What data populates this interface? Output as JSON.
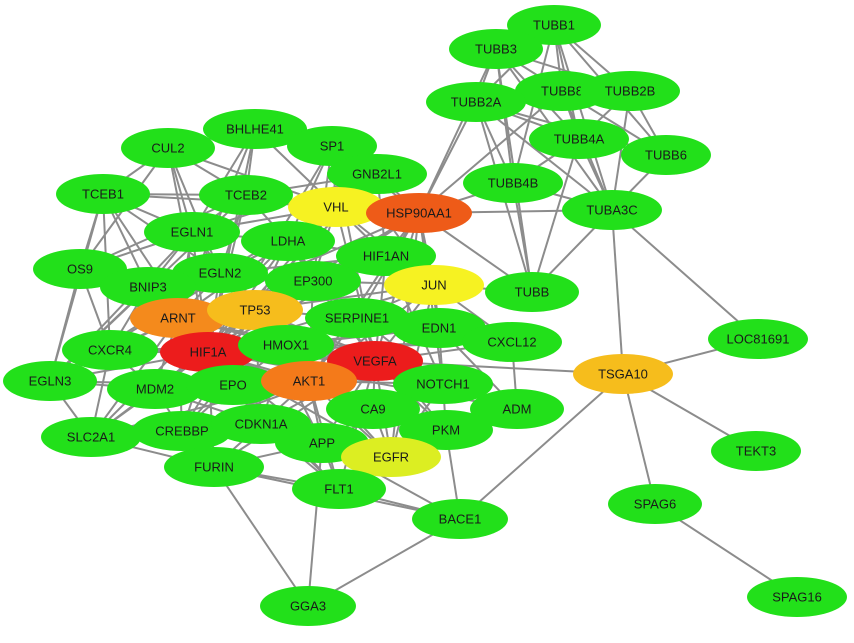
{
  "colors": {
    "background": "#ffffff",
    "edge": "#8c8c8c",
    "degree_low": "#22e01a",
    "degree_mid_yellow": "#f6f222",
    "degree_mid_amber": "#f6bd1c",
    "degree_high_orange": "#f48a1c",
    "degree_higher": "#ee5b18",
    "degree_max": "#ec1c1c"
  },
  "nodes": [
    {
      "id": "TUBB1",
      "label": "TUBB1",
      "color": "#22e01a"
    },
    {
      "id": "TUBB3",
      "label": "TUBB3",
      "color": "#22e01a"
    },
    {
      "id": "TUBB8",
      "label": "TUBB8",
      "color": "#22e01a"
    },
    {
      "id": "TUBB2B",
      "label": "TUBB2B",
      "color": "#22e01a"
    },
    {
      "id": "TUBB2A",
      "label": "TUBB2A",
      "color": "#22e01a"
    },
    {
      "id": "TUBB4A",
      "label": "TUBB4A",
      "color": "#22e01a"
    },
    {
      "id": "TUBB6",
      "label": "TUBB6",
      "color": "#22e01a"
    },
    {
      "id": "TUBB4B",
      "label": "TUBB4B",
      "color": "#22e01a"
    },
    {
      "id": "TUBA3C",
      "label": "TUBA3C",
      "color": "#22e01a"
    },
    {
      "id": "BHLHE41",
      "label": "BHLHE41",
      "color": "#22e01a"
    },
    {
      "id": "CUL2",
      "label": "CUL2",
      "color": "#22e01a"
    },
    {
      "id": "SP1",
      "label": "SP1",
      "color": "#22e01a"
    },
    {
      "id": "GNB2L1",
      "label": "GNB2L1",
      "color": "#22e01a"
    },
    {
      "id": "TCEB1",
      "label": "TCEB1",
      "color": "#22e01a"
    },
    {
      "id": "TCEB2",
      "label": "TCEB2",
      "color": "#22e01a"
    },
    {
      "id": "VHL",
      "label": "VHL",
      "color": "#f6f222"
    },
    {
      "id": "HSP90AA1",
      "label": "HSP90AA1",
      "color": "#ee5b18"
    },
    {
      "id": "EGLN1",
      "label": "EGLN1",
      "color": "#22e01a"
    },
    {
      "id": "LDHA",
      "label": "LDHA",
      "color": "#22e01a"
    },
    {
      "id": "HIF1AN",
      "label": "HIF1AN",
      "color": "#22e01a"
    },
    {
      "id": "OS9",
      "label": "OS9",
      "color": "#22e01a"
    },
    {
      "id": "EGLN2",
      "label": "EGLN2",
      "color": "#22e01a"
    },
    {
      "id": "EP300",
      "label": "EP300",
      "color": "#22e01a"
    },
    {
      "id": "JUN",
      "label": "JUN",
      "color": "#f6f222"
    },
    {
      "id": "BNIP3",
      "label": "BNIP3",
      "color": "#22e01a"
    },
    {
      "id": "TUBB",
      "label": "TUBB",
      "color": "#22e01a"
    },
    {
      "id": "ARNT",
      "label": "ARNT",
      "color": "#f48a1c"
    },
    {
      "id": "TP53",
      "label": "TP53",
      "color": "#f6bd1c"
    },
    {
      "id": "SERPINE1",
      "label": "SERPINE1",
      "color": "#22e01a"
    },
    {
      "id": "EDN1",
      "label": "EDN1",
      "color": "#22e01a"
    },
    {
      "id": "LOC81691",
      "label": "LOC81691",
      "color": "#22e01a"
    },
    {
      "id": "CXCR4",
      "label": "CXCR4",
      "color": "#22e01a"
    },
    {
      "id": "HIF1A",
      "label": "HIF1A",
      "color": "#ec1c1c"
    },
    {
      "id": "HMOX1",
      "label": "HMOX1",
      "color": "#22e01a"
    },
    {
      "id": "VEGFA",
      "label": "VEGFA",
      "color": "#ec1c1c"
    },
    {
      "id": "CXCL12",
      "label": "CXCL12",
      "color": "#22e01a"
    },
    {
      "id": "TSGA10",
      "label": "TSGA10",
      "color": "#f6bd1c"
    },
    {
      "id": "EGLN3",
      "label": "EGLN3",
      "color": "#22e01a"
    },
    {
      "id": "MDM2",
      "label": "MDM2",
      "color": "#22e01a"
    },
    {
      "id": "EPO",
      "label": "EPO",
      "color": "#22e01a"
    },
    {
      "id": "AKT1",
      "label": "AKT1",
      "color": "#f47a1a"
    },
    {
      "id": "NOTCH1",
      "label": "NOTCH1",
      "color": "#22e01a"
    },
    {
      "id": "ADM",
      "label": "ADM",
      "color": "#22e01a"
    },
    {
      "id": "CA9",
      "label": "CA9",
      "color": "#22e01a"
    },
    {
      "id": "SLC2A1",
      "label": "SLC2A1",
      "color": "#22e01a"
    },
    {
      "id": "CREBBP",
      "label": "CREBBP",
      "color": "#22e01a"
    },
    {
      "id": "CDKN1A",
      "label": "CDKN1A",
      "color": "#22e01a"
    },
    {
      "id": "PKM",
      "label": "PKM",
      "color": "#22e01a"
    },
    {
      "id": "APP",
      "label": "APP",
      "color": "#22e01a"
    },
    {
      "id": "EGFR",
      "label": "EGFR",
      "color": "#dcee22"
    },
    {
      "id": "TEKT3",
      "label": "TEKT3",
      "color": "#22e01a"
    },
    {
      "id": "FURIN",
      "label": "FURIN",
      "color": "#22e01a"
    },
    {
      "id": "FLT1",
      "label": "FLT1",
      "color": "#22e01a"
    },
    {
      "id": "SPAG6",
      "label": "SPAG6",
      "color": "#22e01a"
    },
    {
      "id": "BACE1",
      "label": "BACE1",
      "color": "#22e01a"
    },
    {
      "id": "GGA3",
      "label": "GGA3",
      "color": "#22e01a"
    },
    {
      "id": "SPAG16",
      "label": "SPAG16",
      "color": "#22e01a"
    }
  ],
  "edges": [
    [
      "TUBB1",
      "TUBB3"
    ],
    [
      "TUBB1",
      "TUBB8"
    ],
    [
      "TUBB1",
      "TUBB2B"
    ],
    [
      "TUBB1",
      "TUBB2A"
    ],
    [
      "TUBB1",
      "TUBB4A"
    ],
    [
      "TUBB1",
      "TUBB6"
    ],
    [
      "TUBB1",
      "TUBB4B"
    ],
    [
      "TUBB1",
      "TUBA3C"
    ],
    [
      "TUBB3",
      "TUBB8"
    ],
    [
      "TUBB3",
      "TUBB2B"
    ],
    [
      "TUBB3",
      "TUBB2A"
    ],
    [
      "TUBB3",
      "TUBB4A"
    ],
    [
      "TUBB3",
      "TUBB4B"
    ],
    [
      "TUBB3",
      "TUBA3C"
    ],
    [
      "TUBB3",
      "TUBB"
    ],
    [
      "TUBB8",
      "TUBB2B"
    ],
    [
      "TUBB8",
      "TUBB2A"
    ],
    [
      "TUBB8",
      "TUBB4A"
    ],
    [
      "TUBB8",
      "TUBB6"
    ],
    [
      "TUBB8",
      "TUBA3C"
    ],
    [
      "TUBB2B",
      "TUBB2A"
    ],
    [
      "TUBB2B",
      "TUBB4A"
    ],
    [
      "TUBB2B",
      "TUBB6"
    ],
    [
      "TUBB2B",
      "TUBA3C"
    ],
    [
      "TUBB2A",
      "TUBB4A"
    ],
    [
      "TUBB2A",
      "TUBB6"
    ],
    [
      "TUBB2A",
      "TUBB4B"
    ],
    [
      "TUBB2A",
      "TUBA3C"
    ],
    [
      "TUBB2A",
      "TUBB"
    ],
    [
      "TUBB2A",
      "HSP90AA1"
    ],
    [
      "TUBB4A",
      "TUBB6"
    ],
    [
      "TUBB4A",
      "TUBB4B"
    ],
    [
      "TUBB4A",
      "TUBA3C"
    ],
    [
      "TUBB4A",
      "TUBB"
    ],
    [
      "TUBB6",
      "TUBA3C"
    ],
    [
      "TUBB4B",
      "TUBA3C"
    ],
    [
      "TUBB4B",
      "TUBB"
    ],
    [
      "TUBB4B",
      "HSP90AA1"
    ],
    [
      "TUBA3C",
      "TUBB"
    ],
    [
      "TUBA3C",
      "TSGA10"
    ],
    [
      "TUBA3C",
      "LOC81691"
    ],
    [
      "TUBA3C",
      "HSP90AA1"
    ],
    [
      "TUBB",
      "HSP90AA1"
    ],
    [
      "HSP90AA1",
      "TUBB3"
    ],
    [
      "HSP90AA1",
      "TUBB8"
    ],
    [
      "TSGA10",
      "LOC81691"
    ],
    [
      "TSGA10",
      "TEKT3"
    ],
    [
      "TSGA10",
      "SPAG6"
    ],
    [
      "TSGA10",
      "BACE1"
    ],
    [
      "TSGA10",
      "VEGFA"
    ],
    [
      "SPAG6",
      "SPAG16"
    ],
    [
      "BHLHE41",
      "CUL2"
    ],
    [
      "BHLHE41",
      "SP1"
    ],
    [
      "BHLHE41",
      "GNB2L1"
    ],
    [
      "BHLHE41",
      "TCEB2"
    ],
    [
      "BHLHE41",
      "VHL"
    ],
    [
      "BHLHE41",
      "HIF1A"
    ],
    [
      "BHLHE41",
      "ARNT"
    ],
    [
      "BHLHE41",
      "EGLN1"
    ],
    [
      "CUL2",
      "TCEB1"
    ],
    [
      "CUL2",
      "TCEB2"
    ],
    [
      "CUL2",
      "VHL"
    ],
    [
      "CUL2",
      "EGLN1"
    ],
    [
      "CUL2",
      "HIF1A"
    ],
    [
      "CUL2",
      "OS9"
    ],
    [
      "CUL2",
      "EGLN2"
    ],
    [
      "SP1",
      "GNB2L1"
    ],
    [
      "SP1",
      "VHL"
    ],
    [
      "SP1",
      "HSP90AA1"
    ],
    [
      "SP1",
      "EP300"
    ],
    [
      "SP1",
      "HIF1A"
    ],
    [
      "SP1",
      "TP53"
    ],
    [
      "SP1",
      "JUN"
    ],
    [
      "SP1",
      "VEGFA"
    ],
    [
      "GNB2L1",
      "VHL"
    ],
    [
      "GNB2L1",
      "HSP90AA1"
    ],
    [
      "GNB2L1",
      "HIF1A"
    ],
    [
      "GNB2L1",
      "HIF1AN"
    ],
    [
      "GNB2L1",
      "EGLN1"
    ],
    [
      "GNB2L1",
      "TCEB2"
    ],
    [
      "TCEB1",
      "TCEB2"
    ],
    [
      "TCEB1",
      "VHL"
    ],
    [
      "TCEB1",
      "EGLN1"
    ],
    [
      "TCEB1",
      "OS9"
    ],
    [
      "TCEB1",
      "BNIP3"
    ],
    [
      "TCEB1",
      "HIF1A"
    ],
    [
      "TCEB1",
      "EGLN2"
    ],
    [
      "TCEB1",
      "EGLN3"
    ],
    [
      "TCEB1",
      "CXCR4"
    ],
    [
      "TCEB2",
      "VHL"
    ],
    [
      "TCEB2",
      "EGLN1"
    ],
    [
      "TCEB2",
      "HIF1A"
    ],
    [
      "TCEB2",
      "EGLN2"
    ],
    [
      "TCEB2",
      "LDHA"
    ],
    [
      "TCEB2",
      "OS9"
    ],
    [
      "TCEB2",
      "EGLN3"
    ],
    [
      "VHL",
      "HSP90AA1"
    ],
    [
      "VHL",
      "EGLN1"
    ],
    [
      "VHL",
      "HIF1A"
    ],
    [
      "VHL",
      "LDHA"
    ],
    [
      "VHL",
      "HIF1AN"
    ],
    [
      "VHL",
      "EP300"
    ],
    [
      "VHL",
      "TP53"
    ],
    [
      "VHL",
      "EGLN2"
    ],
    [
      "VHL",
      "EGLN3"
    ],
    [
      "VHL",
      "JUN"
    ],
    [
      "VHL",
      "VEGFA"
    ],
    [
      "VHL",
      "ARNT"
    ],
    [
      "HSP90AA1",
      "HIF1A"
    ],
    [
      "HSP90AA1",
      "HIF1AN"
    ],
    [
      "HSP90AA1",
      "EP300"
    ],
    [
      "HSP90AA1",
      "TP53"
    ],
    [
      "HSP90AA1",
      "JUN"
    ],
    [
      "HSP90AA1",
      "AKT1"
    ],
    [
      "HSP90AA1",
      "VEGFA"
    ],
    [
      "HSP90AA1",
      "EGFR"
    ],
    [
      "HSP90AA1",
      "NOTCH1"
    ],
    [
      "HSP90AA1",
      "ARNT"
    ],
    [
      "HSP90AA1",
      "EDN1"
    ],
    [
      "HSP90AA1",
      "SERPINE1"
    ],
    [
      "EGLN1",
      "LDHA"
    ],
    [
      "EGLN1",
      "HIF1A"
    ],
    [
      "EGLN1",
      "EGLN2"
    ],
    [
      "EGLN1",
      "OS9"
    ],
    [
      "EGLN1",
      "BNIP3"
    ],
    [
      "EGLN1",
      "ARNT"
    ],
    [
      "EGLN1",
      "EGLN3"
    ],
    [
      "EGLN1",
      "TP53"
    ],
    [
      "LDHA",
      "HIF1A"
    ],
    [
      "LDHA",
      "EGLN2"
    ],
    [
      "LDHA",
      "EP300"
    ],
    [
      "LDHA",
      "VEGFA"
    ],
    [
      "LDHA",
      "HIF1AN"
    ],
    [
      "LDHA",
      "PKM"
    ],
    [
      "LDHA",
      "SLC2A1"
    ],
    [
      "HIF1AN",
      "HIF1A"
    ],
    [
      "HIF1AN",
      "EP300"
    ],
    [
      "HIF1AN",
      "EGLN2"
    ],
    [
      "HIF1AN",
      "VEGFA"
    ],
    [
      "HIF1AN",
      "NOTCH1"
    ],
    [
      "HIF1AN",
      "ARNT"
    ],
    [
      "HIF1AN",
      "JUN"
    ],
    [
      "OS9",
      "BNIP3"
    ],
    [
      "OS9",
      "HIF1A"
    ],
    [
      "OS9",
      "EGLN2"
    ],
    [
      "OS9",
      "EGLN3"
    ],
    [
      "OS9",
      "CXCR4"
    ],
    [
      "OS9",
      "ARNT"
    ],
    [
      "EGLN2",
      "HIF1A"
    ],
    [
      "EGLN2",
      "BNIP3"
    ],
    [
      "EGLN2",
      "EGLN3"
    ],
    [
      "EGLN2",
      "EP300"
    ],
    [
      "EGLN2",
      "ARNT"
    ],
    [
      "EGLN2",
      "TP53"
    ],
    [
      "EP300",
      "HIF1A"
    ],
    [
      "EP300",
      "TP53"
    ],
    [
      "EP300",
      "JUN"
    ],
    [
      "EP300",
      "VEGFA"
    ],
    [
      "EP300",
      "ARNT"
    ],
    [
      "EP300",
      "CREBBP"
    ],
    [
      "EP300",
      "MDM2"
    ],
    [
      "EP300",
      "AKT1"
    ],
    [
      "EP300",
      "SERPINE1"
    ],
    [
      "EP300",
      "NOTCH1"
    ],
    [
      "JUN",
      "TP53"
    ],
    [
      "JUN",
      "VEGFA"
    ],
    [
      "JUN",
      "EDN1"
    ],
    [
      "JUN",
      "EGFR"
    ],
    [
      "JUN",
      "AKT1"
    ],
    [
      "JUN",
      "HIF1A"
    ],
    [
      "JUN",
      "SERPINE1"
    ],
    [
      "JUN",
      "CXCL12"
    ],
    [
      "JUN",
      "TUBB"
    ],
    [
      "BNIP3",
      "HIF1A"
    ],
    [
      "BNIP3",
      "ARNT"
    ],
    [
      "BNIP3",
      "EGLN3"
    ],
    [
      "BNIP3",
      "CXCR4"
    ],
    [
      "BNIP3",
      "EPO"
    ],
    [
      "ARNT",
      "TP53"
    ],
    [
      "ARNT",
      "HIF1A"
    ],
    [
      "ARNT",
      "HMOX1"
    ],
    [
      "ARNT",
      "VEGFA"
    ],
    [
      "ARNT",
      "CXCR4"
    ],
    [
      "ARNT",
      "EGLN3"
    ],
    [
      "ARNT",
      "EPO"
    ],
    [
      "ARNT",
      "MDM2"
    ],
    [
      "ARNT",
      "CREBBP"
    ],
    [
      "ARNT",
      "SLC2A1"
    ],
    [
      "TP53",
      "HIF1A"
    ],
    [
      "TP53",
      "VEGFA"
    ],
    [
      "TP53",
      "MDM2"
    ],
    [
      "TP53",
      "AKT1"
    ],
    [
      "TP53",
      "HMOX1"
    ],
    [
      "TP53",
      "SERPINE1"
    ],
    [
      "TP53",
      "CDKN1A"
    ],
    [
      "TP53",
      "CREBBP"
    ],
    [
      "TP53",
      "EGFR"
    ],
    [
      "TP53",
      "NOTCH1"
    ],
    [
      "TP53",
      "APP"
    ],
    [
      "SERPINE1",
      "VEGFA"
    ],
    [
      "SERPINE1",
      "HIF1A"
    ],
    [
      "SERPINE1",
      "EDN1"
    ],
    [
      "SERPINE1",
      "HMOX1"
    ],
    [
      "SERPINE1",
      "AKT1"
    ],
    [
      "EDN1",
      "VEGFA"
    ],
    [
      "EDN1",
      "CXCL12"
    ],
    [
      "EDN1",
      "HIF1A"
    ],
    [
      "EDN1",
      "NOTCH1"
    ],
    [
      "EDN1",
      "ADM"
    ],
    [
      "EDN1",
      "HMOX1"
    ],
    [
      "CXCR4",
      "HIF1A"
    ],
    [
      "CXCR4",
      "CXCL12"
    ],
    [
      "CXCR4",
      "EGLN3"
    ],
    [
      "CXCR4",
      "VEGFA"
    ],
    [
      "CXCR4",
      "SLC2A1"
    ],
    [
      "CXCR4",
      "MDM2"
    ],
    [
      "HIF1A",
      "HMOX1"
    ],
    [
      "HIF1A",
      "VEGFA"
    ],
    [
      "HIF1A",
      "EGLN3"
    ],
    [
      "HIF1A",
      "MDM2"
    ],
    [
      "HIF1A",
      "EPO"
    ],
    [
      "HIF1A",
      "AKT1"
    ],
    [
      "HIF1A",
      "CA9"
    ],
    [
      "HIF1A",
      "SLC2A1"
    ],
    [
      "HIF1A",
      "CREBBP"
    ],
    [
      "HIF1A",
      "CDKN1A"
    ],
    [
      "HIF1A",
      "PKM"
    ],
    [
      "HIF1A",
      "APP"
    ],
    [
      "HIF1A",
      "FLT1"
    ],
    [
      "HIF1A",
      "NOTCH1"
    ],
    [
      "HIF1A",
      "ADM"
    ],
    [
      "HIF1A",
      "EGFR"
    ],
    [
      "HIF1A",
      "FURIN"
    ],
    [
      "HIF1A",
      "CXCL12"
    ],
    [
      "HMOX1",
      "VEGFA"
    ],
    [
      "HMOX1",
      "AKT1"
    ],
    [
      "HMOX1",
      "EPO"
    ],
    [
      "HMOX1",
      "CDKN1A"
    ],
    [
      "VEGFA",
      "AKT1"
    ],
    [
      "VEGFA",
      "EPO"
    ],
    [
      "VEGFA",
      "NOTCH1"
    ],
    [
      "VEGFA",
      "CA9"
    ],
    [
      "VEGFA",
      "CXCL12"
    ],
    [
      "VEGFA",
      "ADM"
    ],
    [
      "VEGFA",
      "PKM"
    ],
    [
      "VEGFA",
      "APP"
    ],
    [
      "VEGFA",
      "EGFR"
    ],
    [
      "VEGFA",
      "FLT1"
    ],
    [
      "VEGFA",
      "CDKN1A"
    ],
    [
      "VEGFA",
      "MDM2"
    ],
    [
      "VEGFA",
      "CREBBP"
    ],
    [
      "VEGFA",
      "SLC2A1"
    ],
    [
      "VEGFA",
      "FURIN"
    ],
    [
      "EGLN3",
      "SLC2A1"
    ],
    [
      "EGLN3",
      "MDM2"
    ],
    [
      "EGLN3",
      "EPO"
    ],
    [
      "MDM2",
      "EPO"
    ],
    [
      "MDM2",
      "AKT1"
    ],
    [
      "MDM2",
      "CDKN1A"
    ],
    [
      "MDM2",
      "CREBBP"
    ],
    [
      "MDM2",
      "SLC2A1"
    ],
    [
      "EPO",
      "AKT1"
    ],
    [
      "EPO",
      "CDKN1A"
    ],
    [
      "EPO",
      "CREBBP"
    ],
    [
      "EPO",
      "FLT1"
    ],
    [
      "AKT1",
      "NOTCH1"
    ],
    [
      "AKT1",
      "CA9"
    ],
    [
      "AKT1",
      "CDKN1A"
    ],
    [
      "AKT1",
      "APP"
    ],
    [
      "AKT1",
      "EGFR"
    ],
    [
      "AKT1",
      "FLT1"
    ],
    [
      "AKT1",
      "PKM"
    ],
    [
      "AKT1",
      "CREBBP"
    ],
    [
      "NOTCH1",
      "CA9"
    ],
    [
      "NOTCH1",
      "EGFR"
    ],
    [
      "NOTCH1",
      "APP"
    ],
    [
      "NOTCH1",
      "PKM"
    ],
    [
      "CA9",
      "PKM"
    ],
    [
      "CA9",
      "APP"
    ],
    [
      "CA9",
      "EGFR"
    ],
    [
      "ADM",
      "PKM"
    ],
    [
      "ADM",
      "CXCL12"
    ],
    [
      "SLC2A1",
      "CREBBP"
    ],
    [
      "SLC2A1",
      "FURIN"
    ],
    [
      "SLC2A1",
      "CDKN1A"
    ],
    [
      "CREBBP",
      "CDKN1A"
    ],
    [
      "CREBBP",
      "FURIN"
    ],
    [
      "CREBBP",
      "APP"
    ],
    [
      "CDKN1A",
      "APP"
    ],
    [
      "CDKN1A",
      "FLT1"
    ],
    [
      "CDKN1A",
      "FURIN"
    ],
    [
      "CDKN1A",
      "EGFR"
    ],
    [
      "APP",
      "EGFR"
    ],
    [
      "APP",
      "FLT1"
    ],
    [
      "APP",
      "BACE1"
    ],
    [
      "APP",
      "FURIN"
    ],
    [
      "APP",
      "GGA3"
    ],
    [
      "PKM",
      "EGFR"
    ],
    [
      "EGFR",
      "FLT1"
    ],
    [
      "FLT1",
      "FURIN"
    ],
    [
      "FLT1",
      "BACE1"
    ],
    [
      "FURIN",
      "BACE1"
    ],
    [
      "FURIN",
      "GGA3"
    ],
    [
      "BACE1",
      "GGA3"
    ],
    [
      "BACE1",
      "PKM"
    ]
  ]
}
